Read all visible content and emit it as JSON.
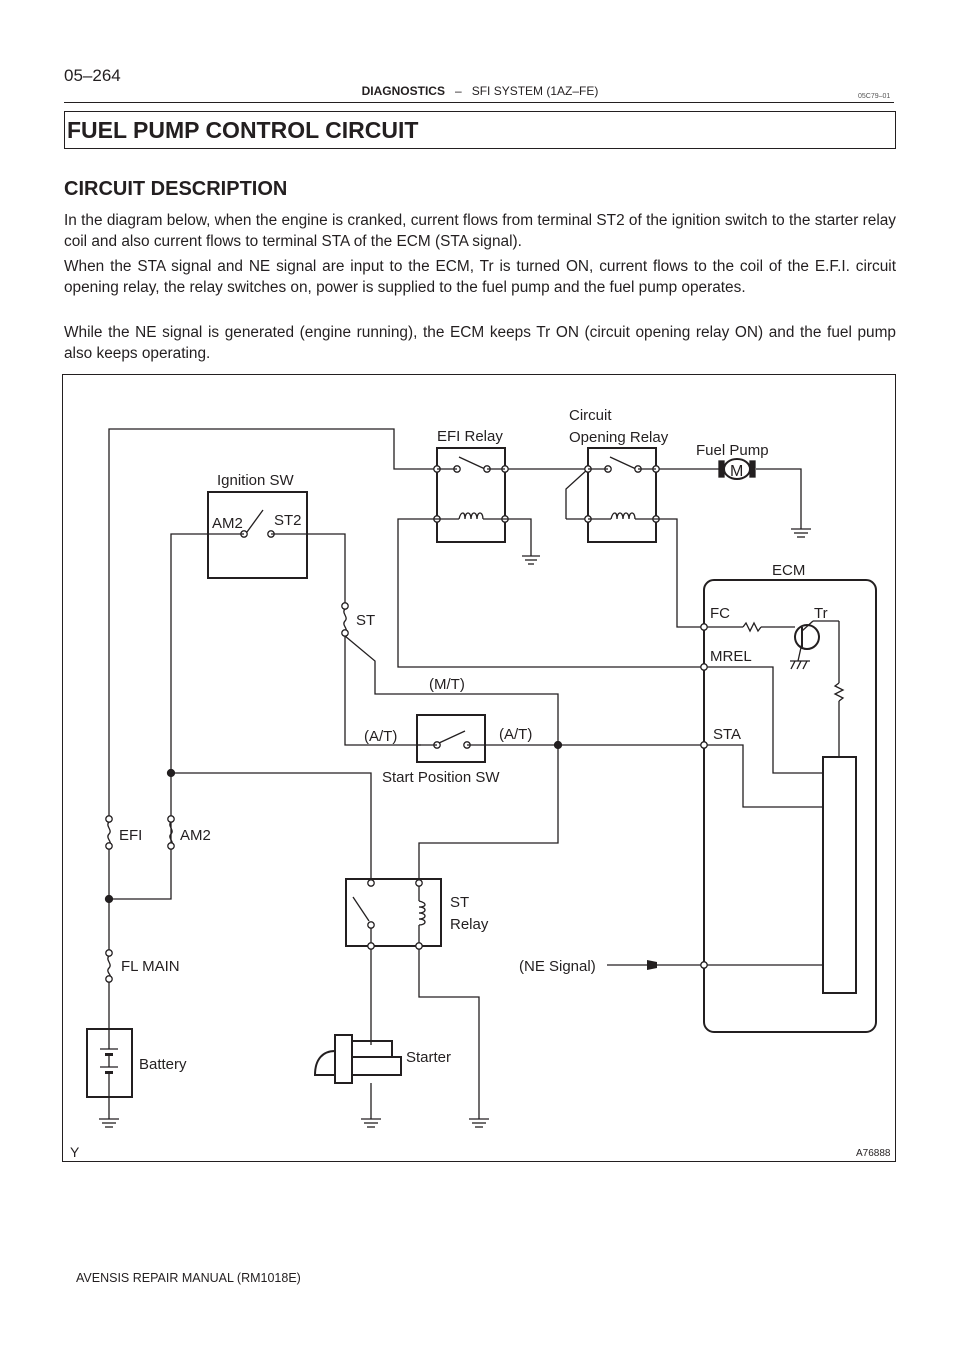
{
  "header": {
    "page_number": "05–264",
    "section": "DIAGNOSTICS",
    "separator": "–",
    "subsection": "SFI SYSTEM (1AZ–FE)",
    "doc_code": "05C79–01"
  },
  "title": "FUEL PUMP CONTROL CIRCUIT",
  "section_heading": "CIRCUIT DESCRIPTION",
  "paragraphs": [
    "In the diagram below, when the engine is cranked, current flows from terminal ST2 of the ignition switch to the starter relay coil and also current flows to terminal STA of the ECM (STA signal).",
    "When the STA signal and NE signal are input to the ECM, Tr is turned ON, current flows to the coil of the E.F.I. circuit opening relay, the relay switches on, power is supplied to the fuel pump and the fuel pump operates.",
    "While the NE signal is generated (engine running), the ECM keeps Tr ON (circuit opening relay ON) and the fuel pump also keeps operating."
  ],
  "diagram": {
    "labels": {
      "efi_relay": "EFI Relay",
      "circuit_opening_relay_1": "Circuit",
      "circuit_opening_relay_2": "Opening Relay",
      "fuel_pump": "Fuel Pump",
      "motor": "M",
      "ignition_sw": "Ignition SW",
      "am2_terminal": "AM2",
      "st2_terminal": "ST2",
      "ecm": "ECM",
      "fc": "FC",
      "tr": "Tr",
      "mrel": "MREL",
      "st_fuse": "ST",
      "mt": "(M/T)",
      "at_left": "(A/T)",
      "at_right": "(A/T)",
      "sta": "STA",
      "start_position_sw": "Start Position SW",
      "efi_fuse": "EFI",
      "am2_fuse": "AM2",
      "st_relay_1": "ST",
      "st_relay_2": "Relay",
      "fl_main": "FL MAIN",
      "ne_signal": "(NE Signal)",
      "battery": "Battery",
      "starter": "Starter",
      "corner_mark": "Y",
      "figure_id": "A76888"
    }
  },
  "footer": "AVENSIS REPAIR MANUAL   (RM1018E)"
}
